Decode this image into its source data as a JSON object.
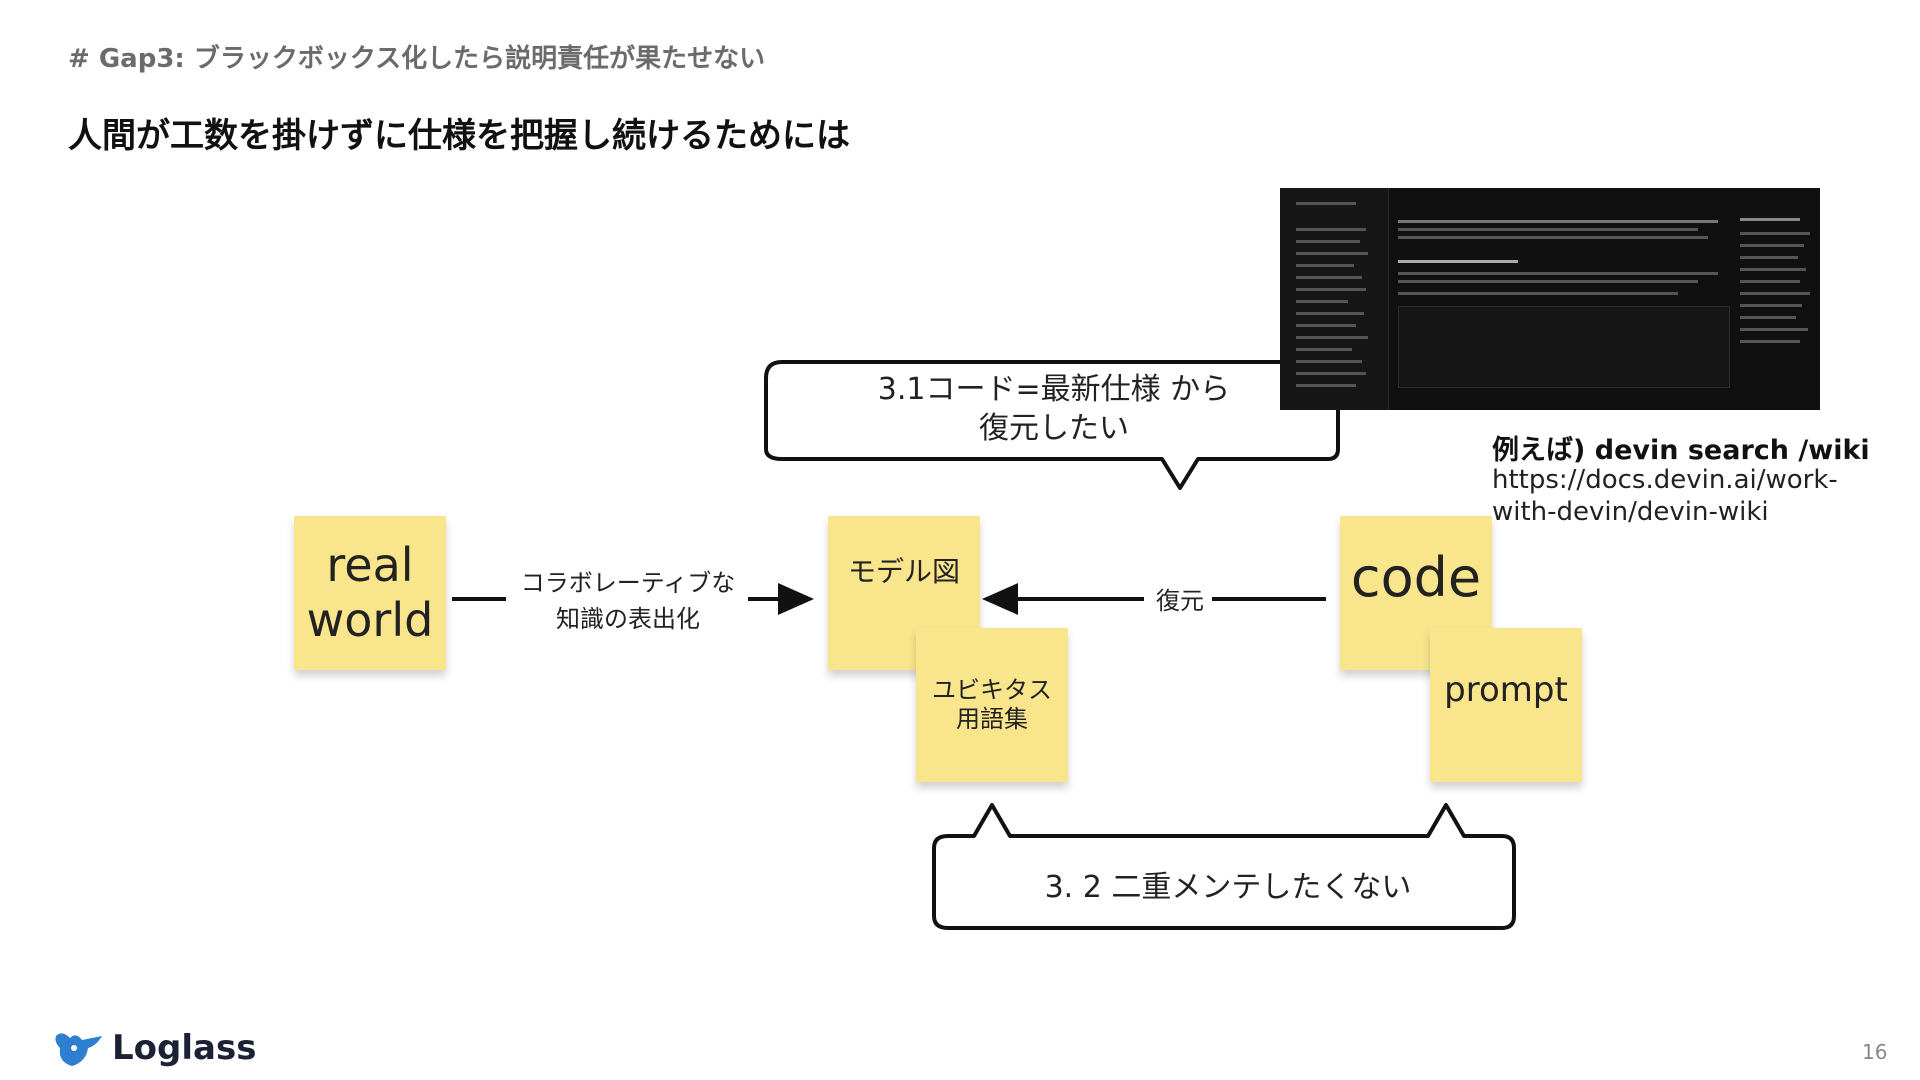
{
  "header": {
    "section_tag": "# Gap3: ブラックボックス化したら説明責任が果たせない",
    "title": "人間が工数を掛けずに仕様を把握し続けるためには"
  },
  "diagram": {
    "stickies": {
      "real_world": [
        "real",
        "world"
      ],
      "model": "モデル図",
      "ubiquitous": [
        "ユビキタス",
        "用語集"
      ],
      "code": "code",
      "prompt": "prompt"
    },
    "edges": {
      "collab": [
        "コラボレーティブな",
        "知識の表出化"
      ],
      "restore": "復元"
    },
    "bubbles": {
      "top": [
        "3.1コード=最新仕様 から",
        "復元したい"
      ],
      "bottom": "3. 2 二重メンテしたくない"
    }
  },
  "example": {
    "title": "例えば) devin search /wiki",
    "url": "https://docs.devin.ai/work-with-devin/devin-wiki"
  },
  "footer": {
    "logo_text": "Loglass",
    "page_number": "16"
  },
  "colors": {
    "sticky": "#f8e58c",
    "line": "#111111",
    "brand": "#2f7fd0"
  }
}
